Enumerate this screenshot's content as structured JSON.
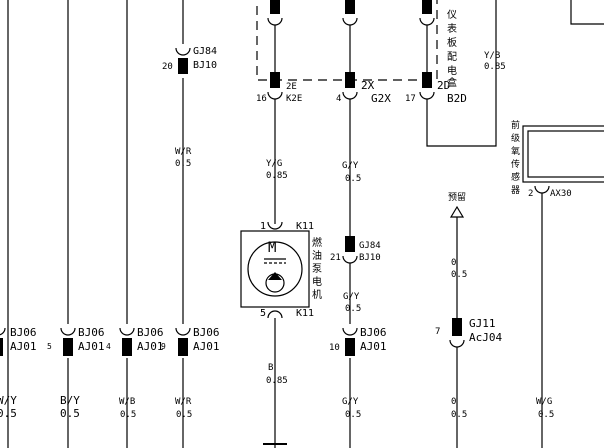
{
  "connectors": {
    "gj84_top": {
      "name": "GJ84",
      "sub": "BJ10",
      "pin": "20"
    },
    "k2e": {
      "name": "K2E",
      "code": "2E",
      "pin": "16"
    },
    "g2x": {
      "name": "G2X",
      "code": "2X",
      "pin": "4"
    },
    "b2d": {
      "name": "B2D",
      "code": "2D",
      "pin": "17"
    },
    "k11_top": {
      "name": "K11",
      "pin": "1"
    },
    "k11_bottom": {
      "name": "K11",
      "pin": "5"
    },
    "gj84_mid": {
      "name": "GJ84",
      "sub": "BJ10",
      "pin": "21"
    },
    "ax30": {
      "name": "AX30",
      "pin": "2"
    },
    "gj11": {
      "name": "GJ11",
      "sub": "AcJ04",
      "pin": "7"
    },
    "bj06_1": {
      "name": "BJ06",
      "sub": "AJ01"
    },
    "bj06_2": {
      "name": "BJ06",
      "sub": "AJ01",
      "pin": "5"
    },
    "bj06_3": {
      "name": "BJ06",
      "sub": "AJ01",
      "pin": "4"
    },
    "bj06_4": {
      "name": "BJ06",
      "sub": "AJ01",
      "pin": "9"
    },
    "bj06_5": {
      "name": "BJ06",
      "sub": "AJ01",
      "pin": "10"
    }
  },
  "wires": {
    "w_r_top": {
      "color": "W/R",
      "size": "0.5"
    },
    "y_g": {
      "color": "Y/G",
      "size": "0.85"
    },
    "g_y_top": {
      "color": "G/Y",
      "size": "0.5"
    },
    "y_b": {
      "color": "Y/B",
      "size": "0.85"
    },
    "g_y_mid": {
      "color": "G/Y",
      "size": "0.5"
    },
    "b": {
      "color": "B",
      "size": "0.85"
    },
    "o_top": {
      "color": "0",
      "size": "0.5"
    },
    "w_y": {
      "color": "W/Y",
      "size": "0.5"
    },
    "b_y": {
      "color": "B/Y",
      "size": "0.5"
    },
    "w_b": {
      "color": "W/B",
      "size": "0.5"
    },
    "w_r_bottom": {
      "color": "W/R",
      "size": "0.5"
    },
    "g_y_bottom": {
      "color": "G/Y",
      "size": "0.5"
    },
    "o_bottom": {
      "color": "0",
      "size": "0.5"
    },
    "w_g": {
      "color": "W/G",
      "size": "0.5"
    }
  },
  "components": {
    "panel_distribution": [
      "仪",
      "表",
      "板",
      "配",
      "电",
      "盒"
    ],
    "fuel_pump": [
      "燃",
      "油",
      "泵",
      "电",
      "机"
    ],
    "motor_symbol": "M",
    "front_o2_sensor": [
      "前",
      "级",
      "氧",
      "传",
      "感",
      "器"
    ],
    "reserved": "预留"
  }
}
